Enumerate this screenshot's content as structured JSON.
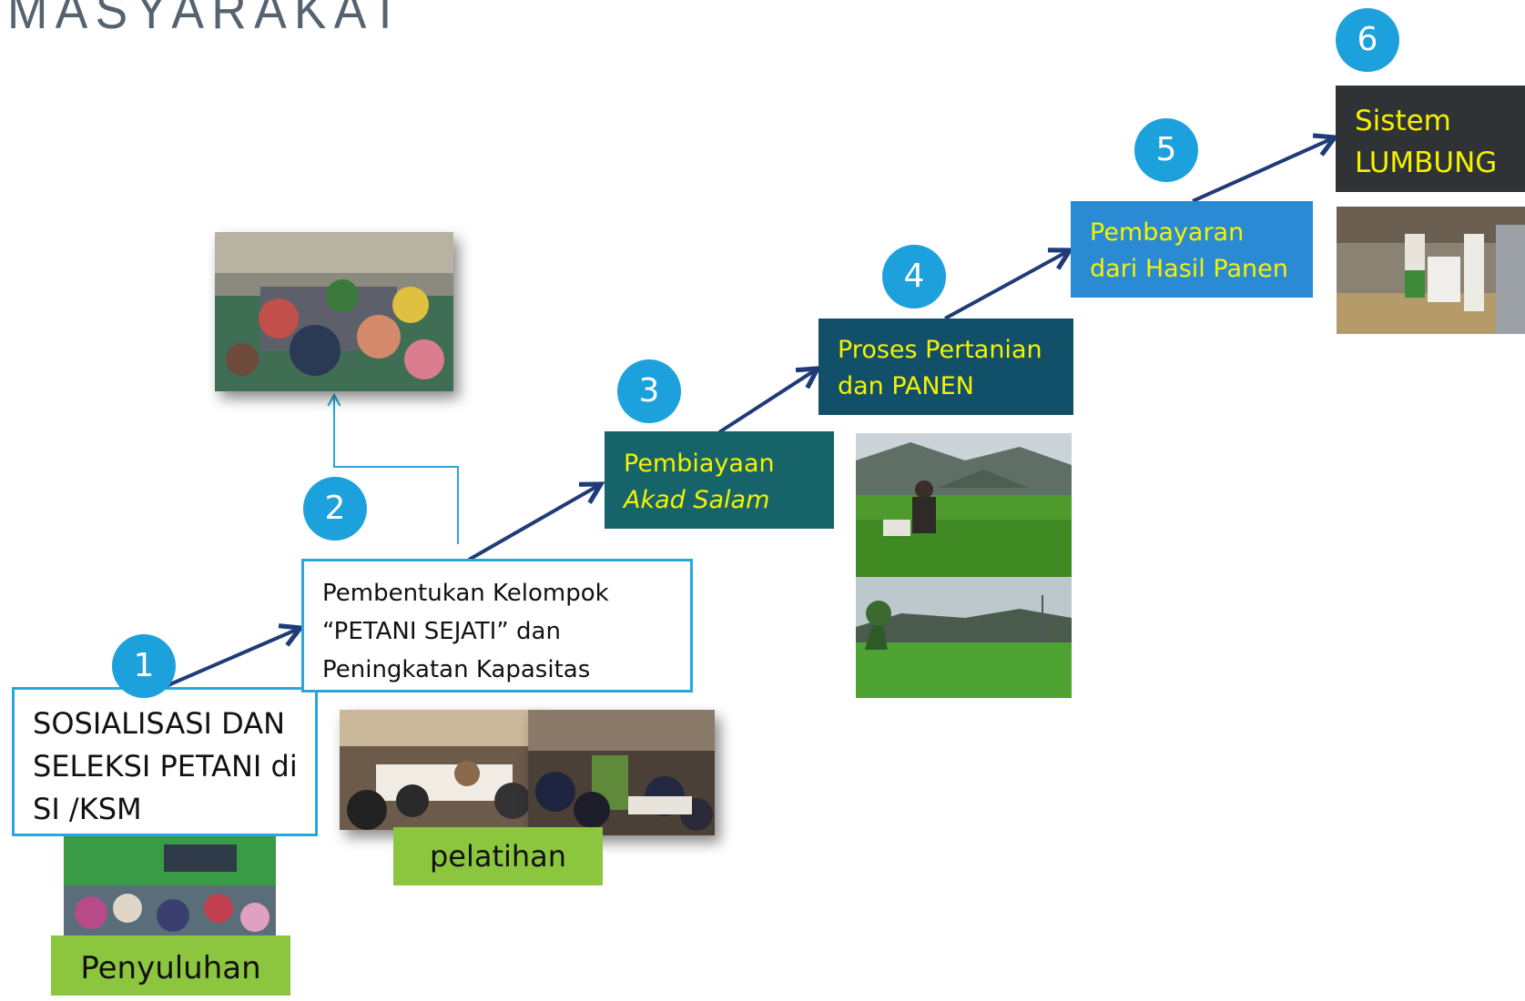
{
  "title": "MASYARAKAT",
  "colors": {
    "step_circle": "#1da1dc",
    "arrow": "#1f3b78",
    "box_outline": "#2aa6de",
    "box_teal": "#17636a",
    "box_navy": "#124f68",
    "box_blue": "#2a8ad4",
    "box_dark": "#2f3336",
    "text_yellow": "#f5f200",
    "label_green": "#8cc63f"
  },
  "steps": [
    {
      "number": "1",
      "lines": [
        "SOSIALISASI DAN",
        "SELEKSI PETANI di",
        "SI /KSM"
      ]
    },
    {
      "number": "2",
      "lines": [
        "Pembentukan Kelompok",
        "“PETANI SEJATI” dan",
        "Peningkatan Kapasitas"
      ]
    },
    {
      "number": "3",
      "lines": [
        "Pembiayaan",
        "Akad Salam"
      ]
    },
    {
      "number": "4",
      "lines": [
        "Proses Pertanian",
        "dan PANEN"
      ]
    },
    {
      "number": "5",
      "lines": [
        "Pembayaran",
        "dari Hasil Panen"
      ]
    },
    {
      "number": "6",
      "lines": [
        "Sistem",
        "LUMBUNG"
      ]
    }
  ],
  "labels": {
    "penyuluhan": "Penyuluhan",
    "pelatihan": "pelatihan"
  }
}
